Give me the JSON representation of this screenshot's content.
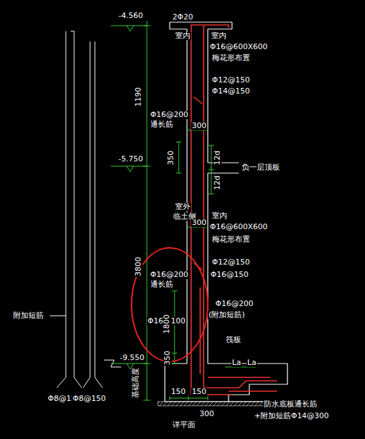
{
  "diagram": {
    "labels": [
      "-4.560",
      "2Φ20",
      "室内",
      "室内",
      "Φ16@600X600",
      "梅花形布置",
      "Φ12@150",
      "Φ14@150",
      "1190",
      "Φ16@200",
      "通长筋",
      "300",
      "-5.750",
      "350",
      "12d",
      "负一层顶板",
      "12d",
      "室外",
      "临土侧",
      "300",
      "室内",
      "Φ16@600X600",
      "梅花形布置",
      "Φ12@150",
      "3800",
      "Φ16@200",
      "通长筋",
      "Φ16@150",
      "Φ16@200",
      "(附加短筋)",
      "Φ16@100",
      "1800",
      "350",
      "筏板",
      "-9.550",
      "基础高度",
      "La",
      "La",
      "150",
      "150",
      "详平面",
      "300",
      "防水底板通长筋",
      "+附加短筋Φ14@300",
      "附加短筋",
      "Φ8@150",
      "Φ8@150"
    ]
  }
}
